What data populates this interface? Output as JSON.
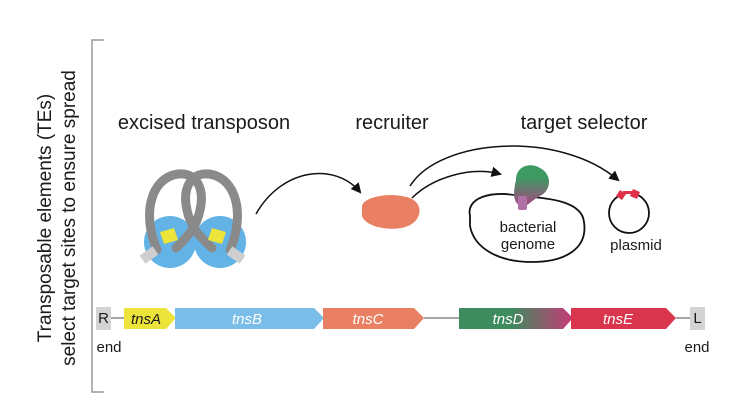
{
  "side_label": {
    "line1": "Transposable elements (TEs)",
    "line2": "select target sites  to ensure spread"
  },
  "stages": {
    "excised": "excised transposon",
    "recruiter": "recruiter",
    "selector": "target selector"
  },
  "targets": {
    "genome_line1": "bacterial",
    "genome_line2": "genome",
    "plasmid": "plasmid"
  },
  "operon": {
    "left_end": "R",
    "right_end": "L",
    "end_word": "end",
    "genes": [
      "tnsA",
      "tnsB",
      "tnsC",
      "tnsD",
      "tnsE"
    ]
  },
  "colors": {
    "tnsA": "#ece43a",
    "tnsB": "#79bde8",
    "tnsC": "#e98063",
    "tnsD_start": "#3d8b5e",
    "tnsD_end": "#c73a78",
    "tnsE": "#d9364e",
    "recruiter": "#e98063",
    "transposase": "#63b3e6",
    "dna": "#8a8a8a",
    "plasmid_mark": "#e0304a"
  }
}
